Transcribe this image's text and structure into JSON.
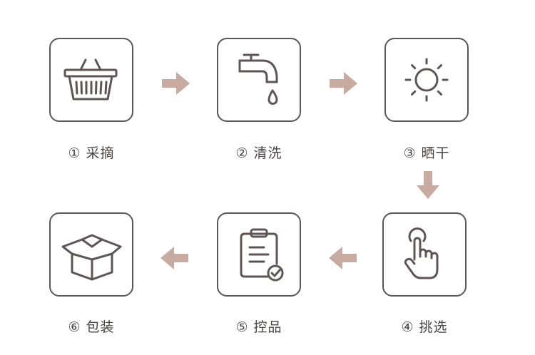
{
  "steps": [
    {
      "label": "① 采摘",
      "icon": "basket-icon"
    },
    {
      "label": "② 清洗",
      "icon": "faucet-icon"
    },
    {
      "label": "③ 晒干",
      "icon": "sun-icon"
    },
    {
      "label": "④ 挑选",
      "icon": "hand-pointer-icon"
    },
    {
      "label": "⑤ 控品",
      "icon": "clipboard-check-icon"
    },
    {
      "label": "⑥ 包装",
      "icon": "box-icon"
    }
  ],
  "colors": {
    "border": "#5e5654",
    "icon": "#5e5654",
    "arrow": "#c9aaa0",
    "text": "#4a4443"
  }
}
